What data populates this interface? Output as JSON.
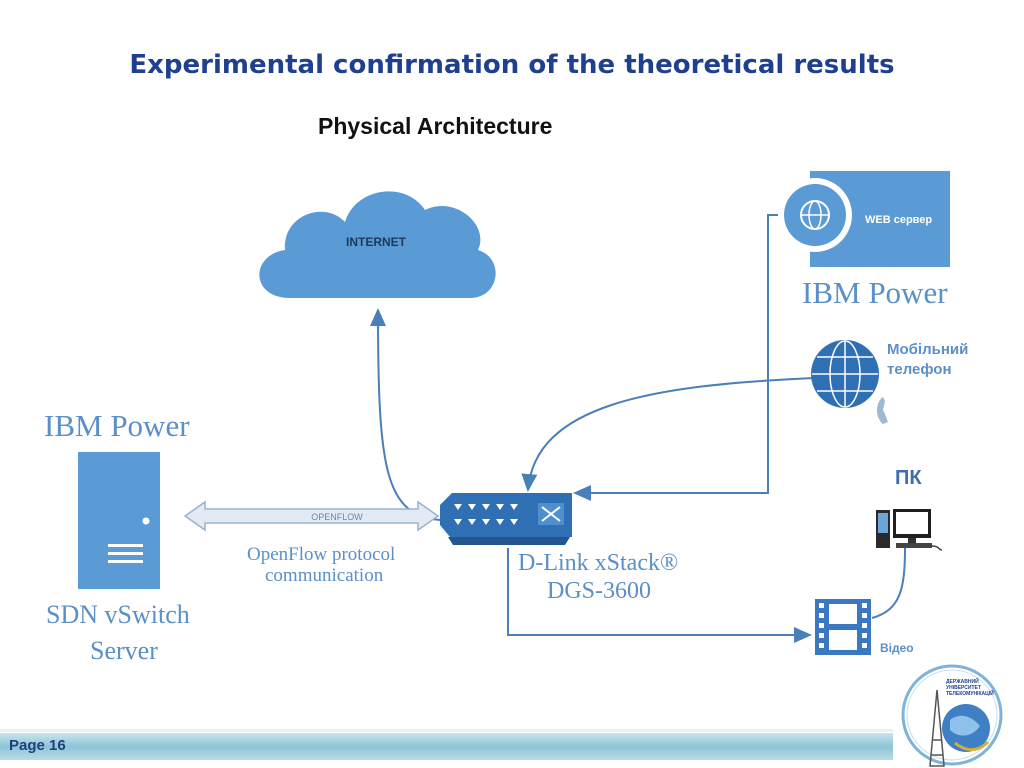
{
  "slide": {
    "title": "Experimental confirmation of the theoretical results",
    "subtitle": "Physical Architecture",
    "page": "Page 16"
  },
  "diagram": {
    "internet": "INTERNET",
    "ibm_power_left": "IBM Power",
    "ibm_power_right": "IBM Power",
    "web_server": "WEB сервер",
    "mobile_line1": "Мобільний",
    "mobile_line2": "телефон",
    "pc": "ПК",
    "video": "Відео",
    "openflow_arrow": "OPENFLOW",
    "openflow_line1": "OpenFlow protocol",
    "openflow_line2": "communication",
    "dlink_line1": "D-Link xStack®",
    "dlink_line2": "DGS-3600",
    "sdn_line1": "SDN vSwitch",
    "sdn_line2": "Server"
  },
  "logo": {
    "line1": "ДЕРЖАВНИЙ",
    "line2": "УНІВЕРСИТЕТ",
    "line3": "ТЕЛЕКОМУНІКАЦІЙ"
  }
}
